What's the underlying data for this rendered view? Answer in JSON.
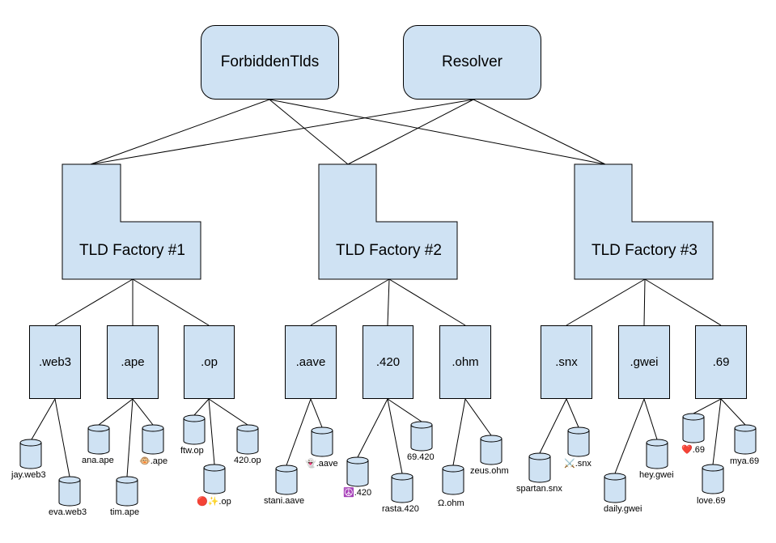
{
  "top": {
    "forbidden": "ForbiddenTlds",
    "resolver": "Resolver"
  },
  "factories": [
    "TLD Factory #1",
    "TLD Factory #2",
    "TLD Factory #3"
  ],
  "tlds": [
    ".web3",
    ".ape",
    ".op",
    ".aave",
    ".420",
    ".ohm",
    ".snx",
    ".gwei",
    ".69"
  ],
  "domains": {
    "jay": "jay.web3",
    "eva": "eva.web3",
    "ana": "ana.ape",
    "monkey": "🐵.ape",
    "tim": "tim.ape",
    "ftw": "ftw.op",
    "op420": "420.op",
    "redstar": "🔴✨.op",
    "stani": "stani.aave",
    "ghost": "👻.aave",
    "peace": "☮️.420",
    "rasta": "rasta.420",
    "n69": "69.420",
    "omega": "Ω.ohm",
    "zeus": "zeus.ohm",
    "spartan": "spartan.snx",
    "swords": "⚔️.snx",
    "daily": "daily.gwei",
    "hey": "hey.gwei",
    "heart": "❤️.69",
    "love": "love.69",
    "mya": "mya.69"
  },
  "colors": {
    "box_fill": "#cfe2f3",
    "stroke": "#000000"
  }
}
